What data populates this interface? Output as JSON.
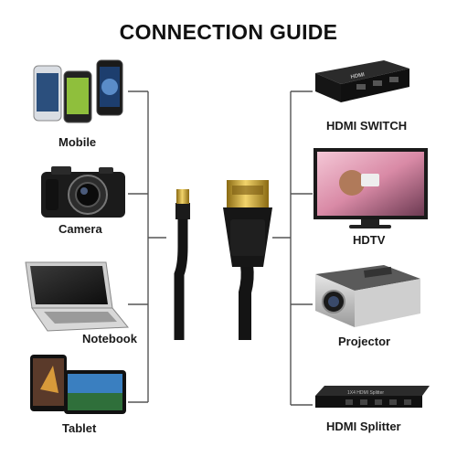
{
  "title": "CONNECTION GUIDE",
  "sources": [
    {
      "label": "Mobile",
      "icon": "smartphones-icon"
    },
    {
      "label": "Camera",
      "icon": "camera-icon"
    },
    {
      "label": "Notebook",
      "icon": "laptop-icon"
    },
    {
      "label": "Tablet",
      "icon": "tablet-icon"
    }
  ],
  "targets": [
    {
      "label": "HDMI SWITCH",
      "icon": "hdmi-switch-icon"
    },
    {
      "label": "HDTV",
      "icon": "tv-icon"
    },
    {
      "label": "Projector",
      "icon": "projector-icon"
    },
    {
      "label": "HDMI Splitter",
      "icon": "hdmi-splitter-icon"
    }
  ],
  "device_text": {
    "switch_logo": "HDMI",
    "splitter_logo": "1X4 HDMI Splitter"
  },
  "colors": {
    "line": "#555555",
    "cable": "#141414",
    "connector_gold": "#c9a227"
  }
}
